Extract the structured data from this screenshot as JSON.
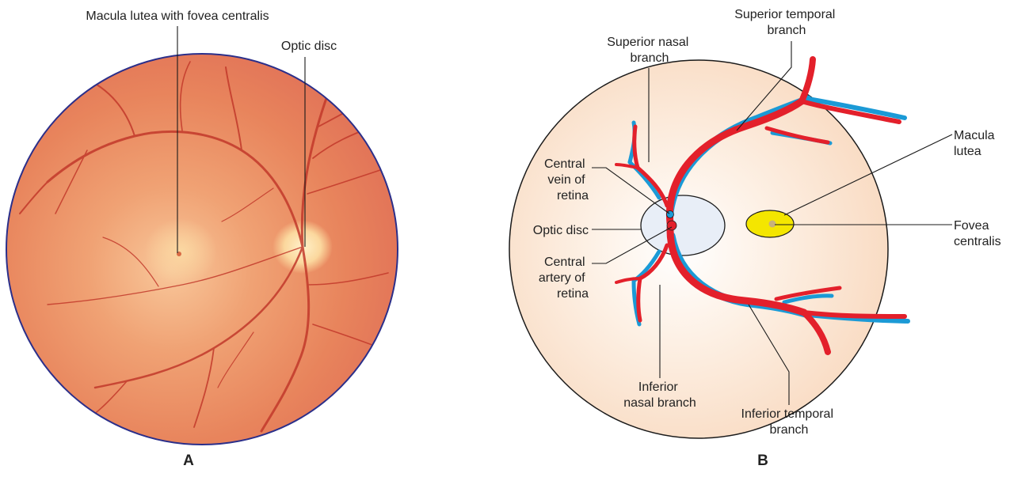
{
  "figure": {
    "panel_a": {
      "letter": "A",
      "labels": {
        "macula": "Macula lutea with fovea centralis",
        "optic_disc": "Optic disc"
      }
    },
    "panel_b": {
      "letter": "B",
      "labels": {
        "superior_temporal": [
          "Superior temporal",
          "branch"
        ],
        "superior_nasal": [
          "Superior nasal",
          "branch"
        ],
        "central_vein": [
          "Central",
          "vein of",
          "retina"
        ],
        "optic_disc": [
          "Optic disc"
        ],
        "central_artery": [
          "Central",
          "artery of",
          "retina"
        ],
        "inferior_nasal": [
          "Inferior",
          "nasal branch"
        ],
        "inferior_temporal": [
          "Inferior temporal",
          "branch"
        ],
        "macula_lutea": [
          "Macula",
          "lutea"
        ],
        "fovea_centralis": [
          "Fovea",
          "centralis"
        ]
      }
    }
  },
  "colors": {
    "fundus_orange": "#e9885a",
    "fundus_edge": "#2b2f8a",
    "artery_red": "#e3202b",
    "vein_blue": "#1b9ad6",
    "disc_fill": "#e8eef7",
    "macula_yellow": "#f4e600",
    "retina_bg": "#fbe3cf"
  }
}
